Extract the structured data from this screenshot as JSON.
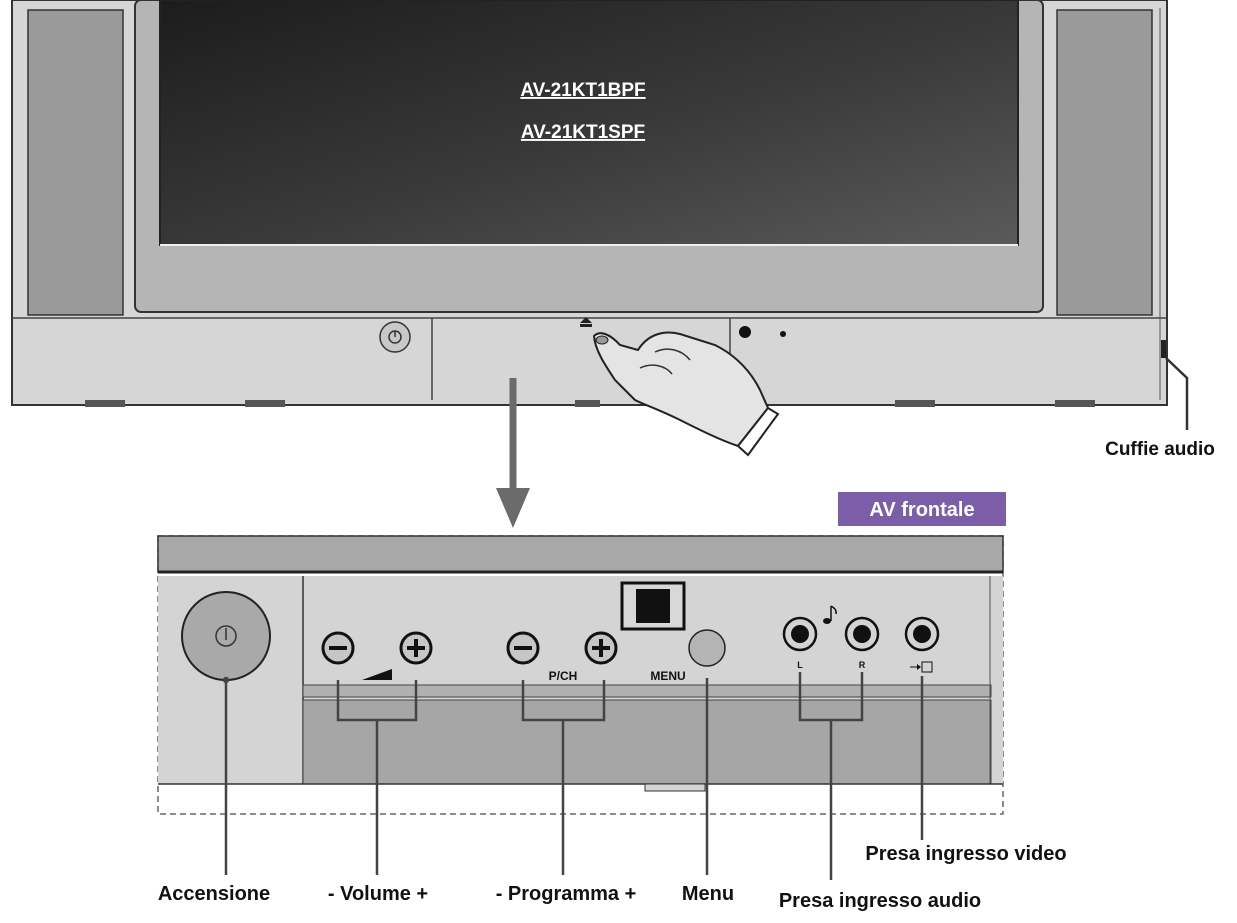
{
  "tv": {
    "models": [
      "AV-21KT1BPF",
      "AV-21KT1SPF"
    ]
  },
  "badge": {
    "label": "AV frontale",
    "color": "#7b5ea7"
  },
  "panel": {
    "pch_label": "P/CH",
    "menu_label": "MENU",
    "jack_left_label": "L",
    "jack_right_label": "R"
  },
  "callouts": {
    "headphones": "Cuffie audio",
    "power": "Accensione",
    "volume": "- Volume +",
    "program": "- Programma +",
    "menu": "Menu",
    "audio_in": "Presa ingresso audio",
    "video_in": "Presa ingresso video"
  },
  "icons": {
    "power": "power-icon",
    "minus": "minus-icon",
    "plus": "plus-icon",
    "volume": "volume-ramp-icon",
    "note": "music-note-icon",
    "video": "video-in-icon",
    "hand": "pointing-hand-icon",
    "eject": "eject-icon"
  }
}
